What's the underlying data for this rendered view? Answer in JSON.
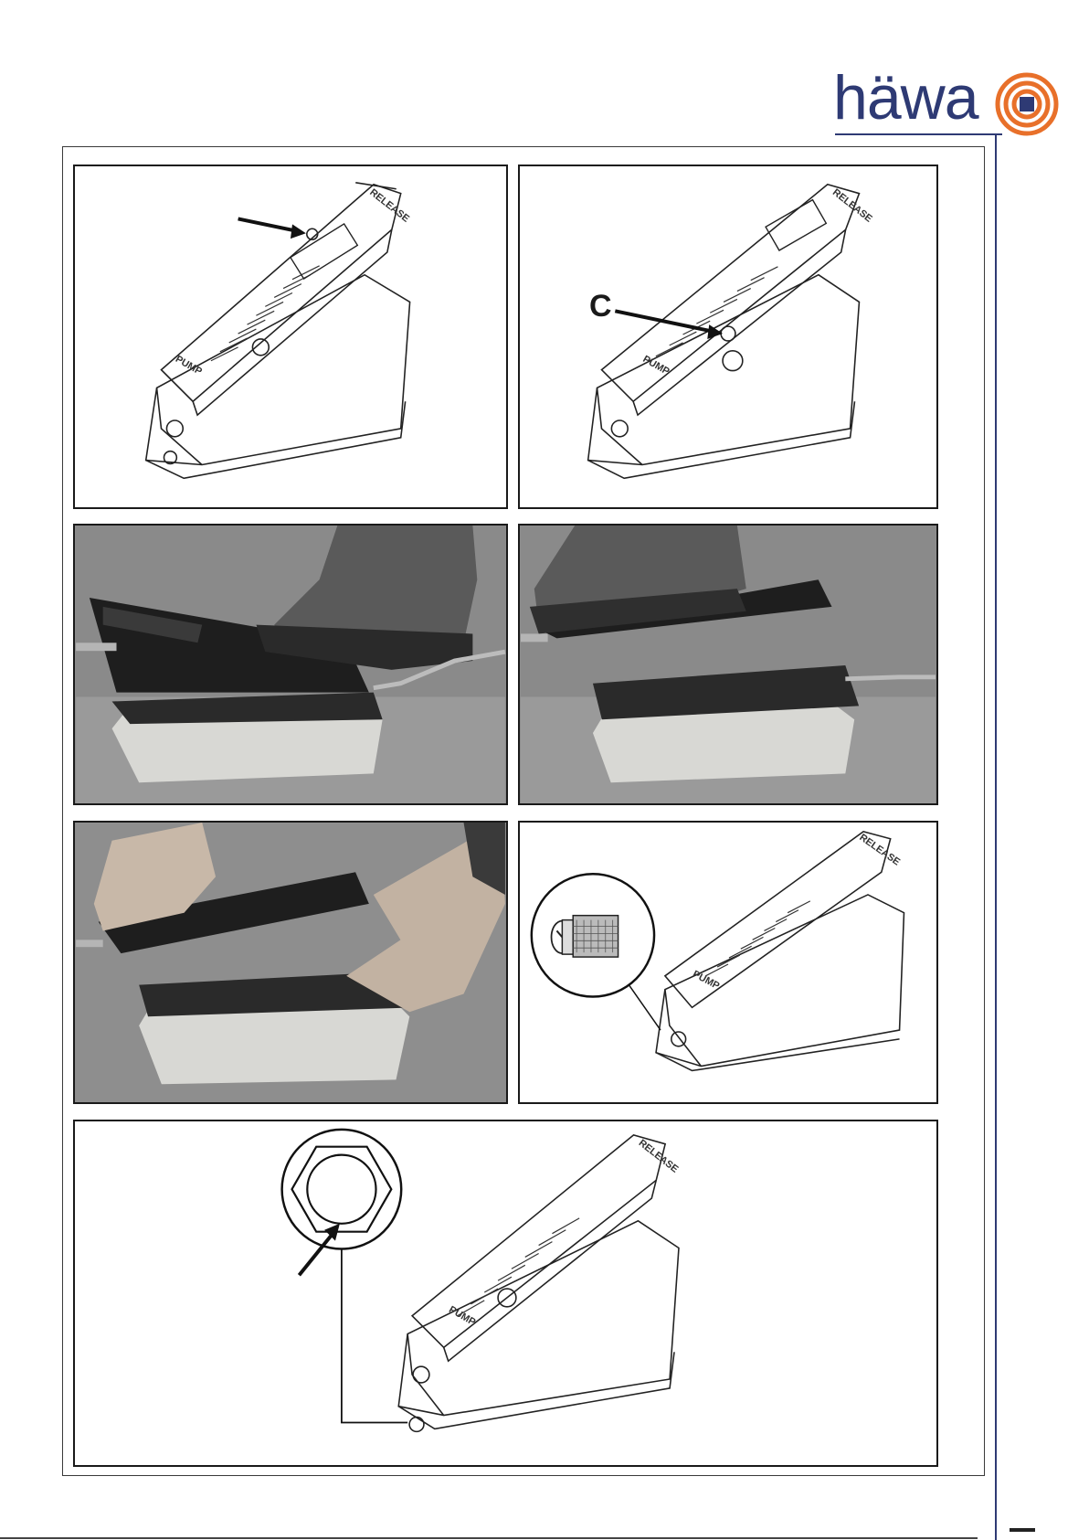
{
  "brand": {
    "name": "häwa",
    "colors": {
      "navy": "#2e3a74",
      "orange": "#e8702a"
    }
  },
  "panels": {
    "p1": {
      "pedal_label_release": "RELEASE",
      "pedal_label_pump": "PUMP"
    },
    "p2": {
      "callout": "C",
      "pedal_label_release": "RELEASE",
      "pedal_label_pump": "PUMP"
    },
    "p6": {
      "pedal_label_release": "RELEASE",
      "pedal_label_pump": "PUMP"
    },
    "p7": {
      "pedal_label_release": "RELEASE",
      "pedal_label_pump": "PUMP"
    }
  },
  "icons": [
    "arrow-icon",
    "hex-nut-icon",
    "filter-screen-icon",
    "brand-logo-mark"
  ]
}
